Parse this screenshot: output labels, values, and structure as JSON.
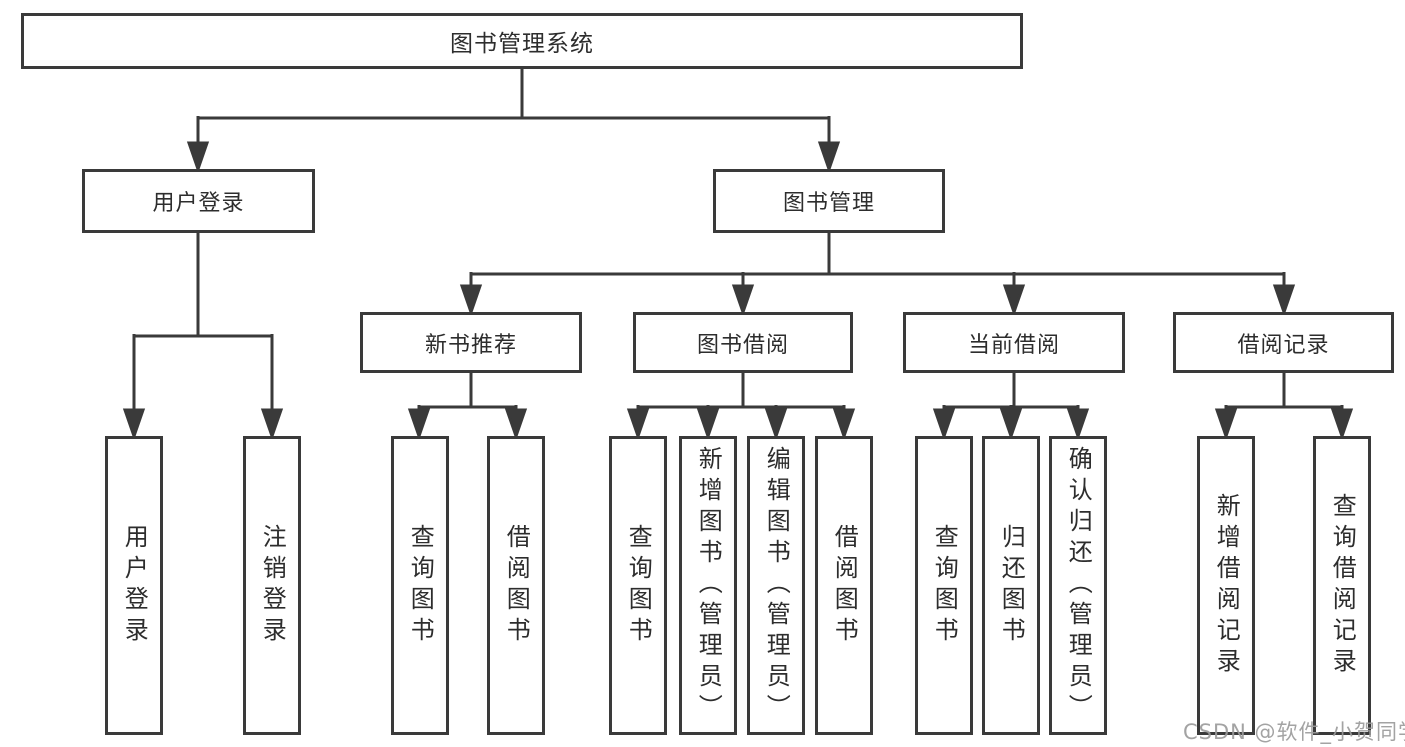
{
  "diagram": {
    "root": {
      "label": "图书管理系统"
    },
    "l2": [
      {
        "label": "用户登录"
      },
      {
        "label": "图书管理"
      }
    ],
    "l3": [
      {
        "label": "新书推荐"
      },
      {
        "label": "图书借阅"
      },
      {
        "label": "当前借阅"
      },
      {
        "label": "借阅记录"
      }
    ],
    "leaves": [
      {
        "label": "用户登录"
      },
      {
        "label": "注销登录"
      },
      {
        "label": "查询图书"
      },
      {
        "label": "借阅图书"
      },
      {
        "label": "查询图书"
      },
      {
        "label": "新增图书（管理员）"
      },
      {
        "label": "编辑图书（管理员）"
      },
      {
        "label": "借阅图书"
      },
      {
        "label": "查询图书"
      },
      {
        "label": "归还图书"
      },
      {
        "label": "确认归还（管理员）"
      },
      {
        "label": "新增借阅记录"
      },
      {
        "label": "查询借阅记录"
      }
    ],
    "watermark": "CSDN @软件_小贺同学",
    "colors": {
      "line": "#3a3a3a",
      "text": "#2d2d2d",
      "watermark": "#9b9b9b",
      "background": "#ffffff"
    }
  }
}
